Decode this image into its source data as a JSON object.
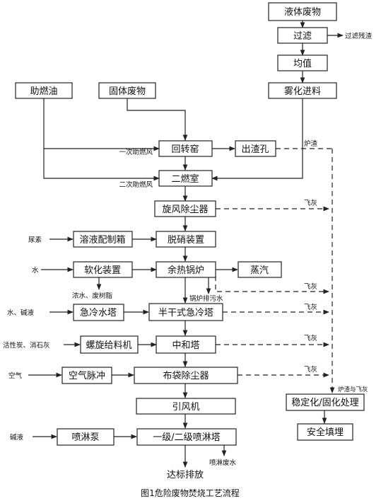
{
  "boxes": {
    "liquid_waste": "液体废物",
    "filter": "过滤",
    "homogenize": "均值",
    "atomize_feed": "雾化进料",
    "aux_fuel": "助燃油",
    "solid_waste": "固体废物",
    "rotary_kiln": "回转窑",
    "slag_outlet": "出渣孔",
    "secondary_chamber": "二燃室",
    "cyclone": "旋风除尘器",
    "solution_tank": "溶液配制箱",
    "denitration": "脱硝装置",
    "softener": "软化装置",
    "waste_heat_boiler": "余热锅炉",
    "steam": "蒸汽",
    "quench_tower": "急冷水塔",
    "semi_dry_quench": "半干式急冷塔",
    "screw_feeder": "螺旋给料机",
    "neutralizer": "中和塔",
    "air_pulse": "空气脉冲",
    "bag_filter": "布袋除尘器",
    "induced_fan": "引风机",
    "spray_pump": "喷淋泵",
    "spray_tower": "一级/二级喷淋塔",
    "stabilization": "稳定化/固化处理",
    "landfill": "安全填埋"
  },
  "labels": {
    "filter_residue": "过滤残渣",
    "primary_air": "一次助燃风",
    "secondary_air": "二次助燃风",
    "furnace_slag": "炉渣",
    "fly_ash": "飞灰",
    "urea": "尿素",
    "water": "水",
    "brine_resin": "浓水、废树脂",
    "boiler_blowdown": "锅炉排污水",
    "water_alkali": "水、碱液",
    "carbon_lime": "活性炭、消石灰",
    "air": "空气",
    "alkali": "碱液",
    "spray_wastewater": "喷淋废水",
    "slag_and_ash": "炉渣与飞灰",
    "discharge": "达标排放"
  },
  "caption": "图1危险废物焚烧工艺流程"
}
